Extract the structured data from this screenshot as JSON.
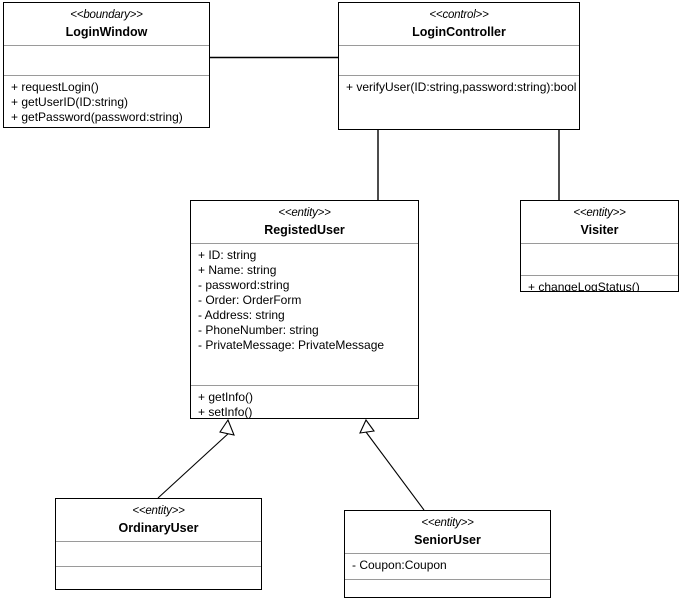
{
  "diagram": {
    "type": "uml-class-diagram",
    "background_color": "#ffffff",
    "line_color": "#000000",
    "divider_color": "#9a9a9a",
    "classes": [
      {
        "id": "login-window",
        "stereotype": "<<boundary>>",
        "name": "LoginWindow",
        "attributes": [],
        "operations": [
          "+ requestLogin()",
          "+ getUserID(ID:string)",
          "+ getPassword(password:string)"
        ]
      },
      {
        "id": "login-controller",
        "stereotype": "<<control>>",
        "name": "LoginController",
        "attributes": [],
        "operations": [
          "+ verifyUser(ID:string,password:string):bool"
        ]
      },
      {
        "id": "registed-user",
        "stereotype": "<<entity>>",
        "name": "RegistedUser",
        "attributes": [
          "+ ID: string",
          "+ Name: string",
          " - password:string",
          " - Order: OrderForm",
          " - Address: string",
          " - PhoneNumber: string",
          " - PrivateMessage: PrivateMessage"
        ],
        "operations": [
          "+ getInfo()",
          "+ setInfo()"
        ]
      },
      {
        "id": "visiter",
        "stereotype": "<<entity>>",
        "name": "Visiter",
        "attributes": [],
        "operations": [
          "+ changeLogStatus()"
        ]
      },
      {
        "id": "ordinary-user",
        "stereotype": "<<entity>>",
        "name": "OrdinaryUser",
        "attributes": [],
        "operations": []
      },
      {
        "id": "senior-user",
        "stereotype": "<<entity>>",
        "name": "SeniorUser",
        "attributes": [
          " - Coupon:Coupon"
        ],
        "operations": []
      }
    ],
    "relationships": [
      {
        "id": "assoc-loginwindow-logincontroller",
        "kind": "association",
        "from": "login-window",
        "to": "login-controller"
      },
      {
        "id": "assoc-logincontroller-registeduser",
        "kind": "association",
        "from": "login-controller",
        "to": "registed-user"
      },
      {
        "id": "assoc-logincontroller-visiter",
        "kind": "association",
        "from": "login-controller",
        "to": "visiter"
      },
      {
        "id": "generalization-ordinaryuser-registeduser",
        "kind": "generalization",
        "from": "ordinary-user",
        "to": "registed-user"
      },
      {
        "id": "generalization-senioruser-registeduser",
        "kind": "generalization",
        "from": "senior-user",
        "to": "registed-user"
      }
    ]
  }
}
